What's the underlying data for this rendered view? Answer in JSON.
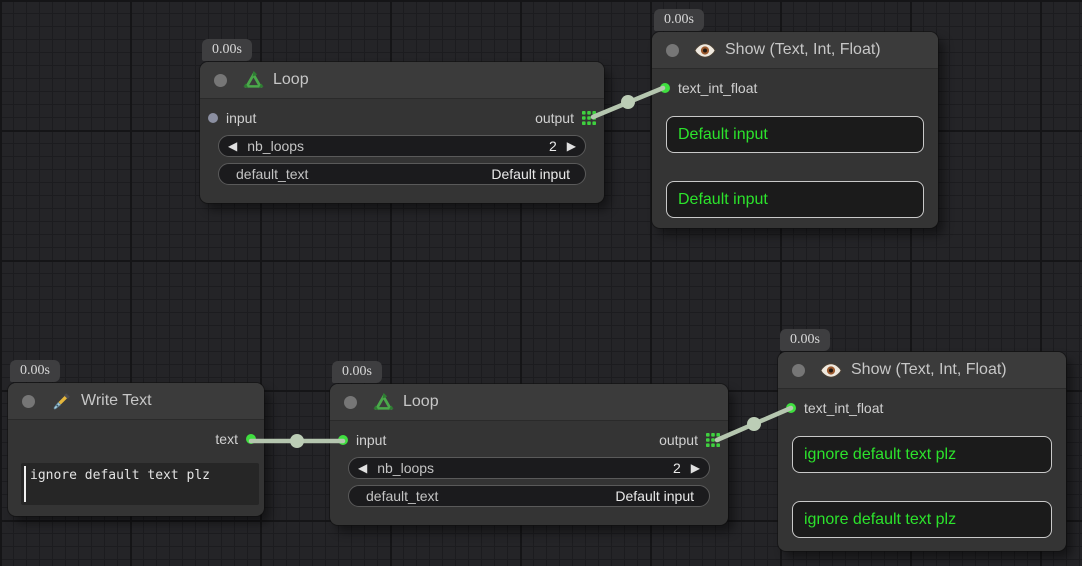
{
  "icons": {
    "decrement": "◀",
    "increment": "▶"
  },
  "colors": {
    "accent_green": "#3fdf3f",
    "link": "#b5c6af",
    "display_text_green": "#2ce32c",
    "slot_idle": "#8b8fa1",
    "node_header": "#3b3b3b",
    "node_body": "#343434"
  },
  "nodes": {
    "loop_top": {
      "badge": "0.00s",
      "title": "Loop",
      "icon": "recycle-icon",
      "inputs": [
        {
          "label": "input",
          "connected": false
        }
      ],
      "outputs": [
        {
          "label": "output",
          "style": "grid"
        }
      ],
      "widgets": [
        {
          "type": "number",
          "label": "nb_loops",
          "value": "2"
        },
        {
          "type": "text",
          "label": "default_text",
          "value": "Default input"
        }
      ]
    },
    "show_top": {
      "badge": "0.00s",
      "title": "Show (Text, Int, Float)",
      "icon": "eye-icon",
      "inputs": [
        {
          "label": "text_int_float",
          "connected": true
        }
      ],
      "values": [
        "Default input",
        "Default input"
      ]
    },
    "write_text": {
      "badge": "0.00s",
      "title": "Write Text",
      "icon": "pen-icon",
      "outputs": [
        {
          "label": "text",
          "connected": true
        }
      ],
      "text_value": "ignore default text plz"
    },
    "loop_bottom": {
      "badge": "0.00s",
      "title": "Loop",
      "icon": "recycle-icon",
      "inputs": [
        {
          "label": "input",
          "connected": true
        }
      ],
      "outputs": [
        {
          "label": "output",
          "style": "grid"
        }
      ],
      "widgets": [
        {
          "type": "number",
          "label": "nb_loops",
          "value": "2"
        },
        {
          "type": "text",
          "label": "default_text",
          "value": "Default input"
        }
      ]
    },
    "show_bottom": {
      "badge": "0.00s",
      "title": "Show (Text, Int, Float)",
      "icon": "eye-icon",
      "inputs": [
        {
          "label": "text_int_float",
          "connected": true
        }
      ],
      "values": [
        "ignore default text plz",
        "ignore default text plz"
      ]
    }
  },
  "links": [
    {
      "from": "loop_top.output",
      "to": "show_top.text_int_float"
    },
    {
      "from": "write_text.text",
      "to": "loop_bottom.input"
    },
    {
      "from": "loop_bottom.output",
      "to": "show_bottom.text_int_float"
    }
  ]
}
